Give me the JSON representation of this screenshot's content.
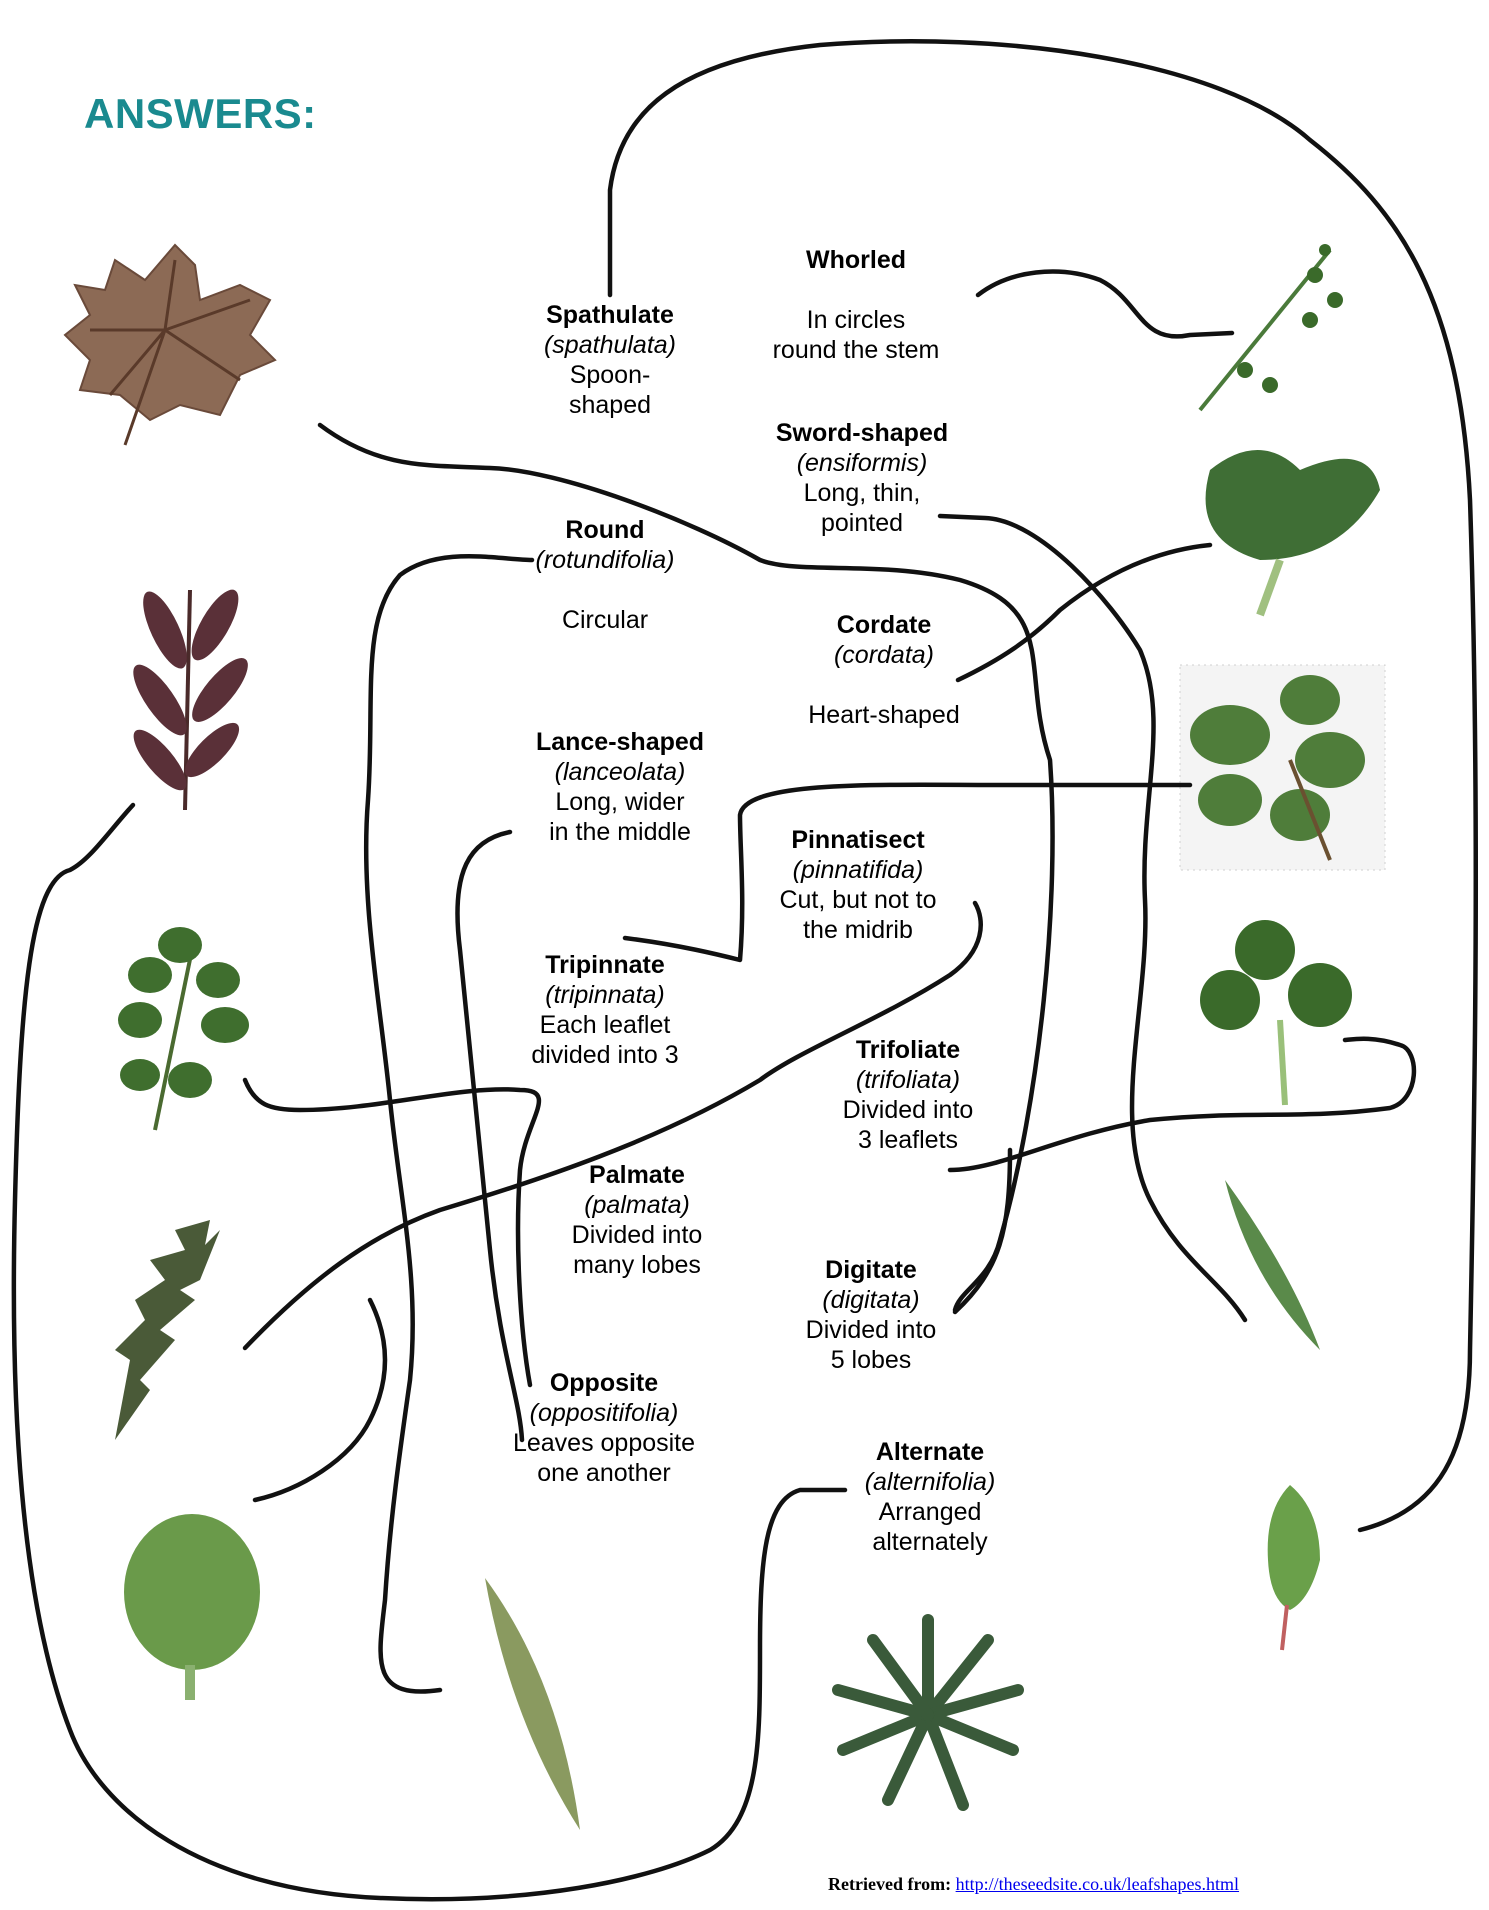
{
  "heading": "ANSWERS:",
  "terms": {
    "spathulate": {
      "name": "Spathulate",
      "latin": "(spathulata)",
      "desc": "Spoon-\nshaped"
    },
    "whorled": {
      "name": "Whorled",
      "latin": "",
      "desc": "In circles\nround the stem"
    },
    "sword": {
      "name": "Sword-shaped",
      "latin": "(ensiformis)",
      "desc": "Long, thin,\npointed"
    },
    "round": {
      "name": "Round",
      "latin": "(rotundifolia)",
      "desc": "Circular"
    },
    "cordate": {
      "name": "Cordate",
      "latin": "(cordata)",
      "desc": "Heart-shaped"
    },
    "lance": {
      "name": "Lance-shaped",
      "latin": "(lanceolata)",
      "desc": "Long, wider\nin the middle"
    },
    "pinnatisect": {
      "name": "Pinnatisect",
      "latin": "(pinnatifida)",
      "desc": "Cut, but not to\nthe midrib"
    },
    "tripinnate": {
      "name": "Tripinnate",
      "latin": "(tripinnata)",
      "desc": "Each leaflet\ndivided into 3"
    },
    "trifoliate": {
      "name": "Trifoliate",
      "latin": "(trifoliata)",
      "desc": "Divided into\n3 leaflets"
    },
    "palmate": {
      "name": "Palmate",
      "latin": "(palmata)",
      "desc": "Divided into\nmany lobes"
    },
    "digitate": {
      "name": "Digitate",
      "latin": "(digitata)",
      "desc": "Divided into\n5 lobes"
    },
    "opposite": {
      "name": "Opposite",
      "latin": "(oppositifolia)",
      "desc": "Leaves opposite\none another"
    },
    "alternate": {
      "name": "Alternate",
      "latin": "(alternifolia)",
      "desc": "Arranged\nalternately"
    }
  },
  "credit": {
    "label": "Retrieved from:",
    "url": "http://theseedsite.co.uk/leafshapes.html"
  },
  "colors": {
    "heading": "#1a8a8f",
    "line": "#111111",
    "leaf_green": "#4f7d3a",
    "leaf_brown": "#7a5a4a"
  }
}
